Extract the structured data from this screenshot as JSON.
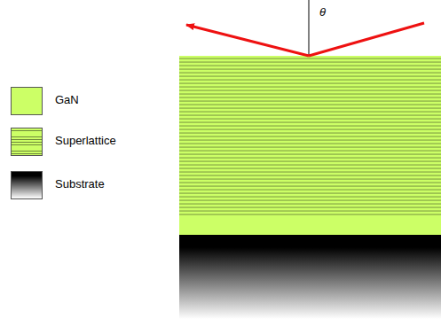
{
  "diagram": {
    "labels": [
      "θ"
    ],
    "legend": [
      {
        "text": "GaN",
        "color": "#ccff66"
      },
      {
        "text": "Superlattice"
      },
      {
        "text": "Substrate"
      }
    ]
  }
}
